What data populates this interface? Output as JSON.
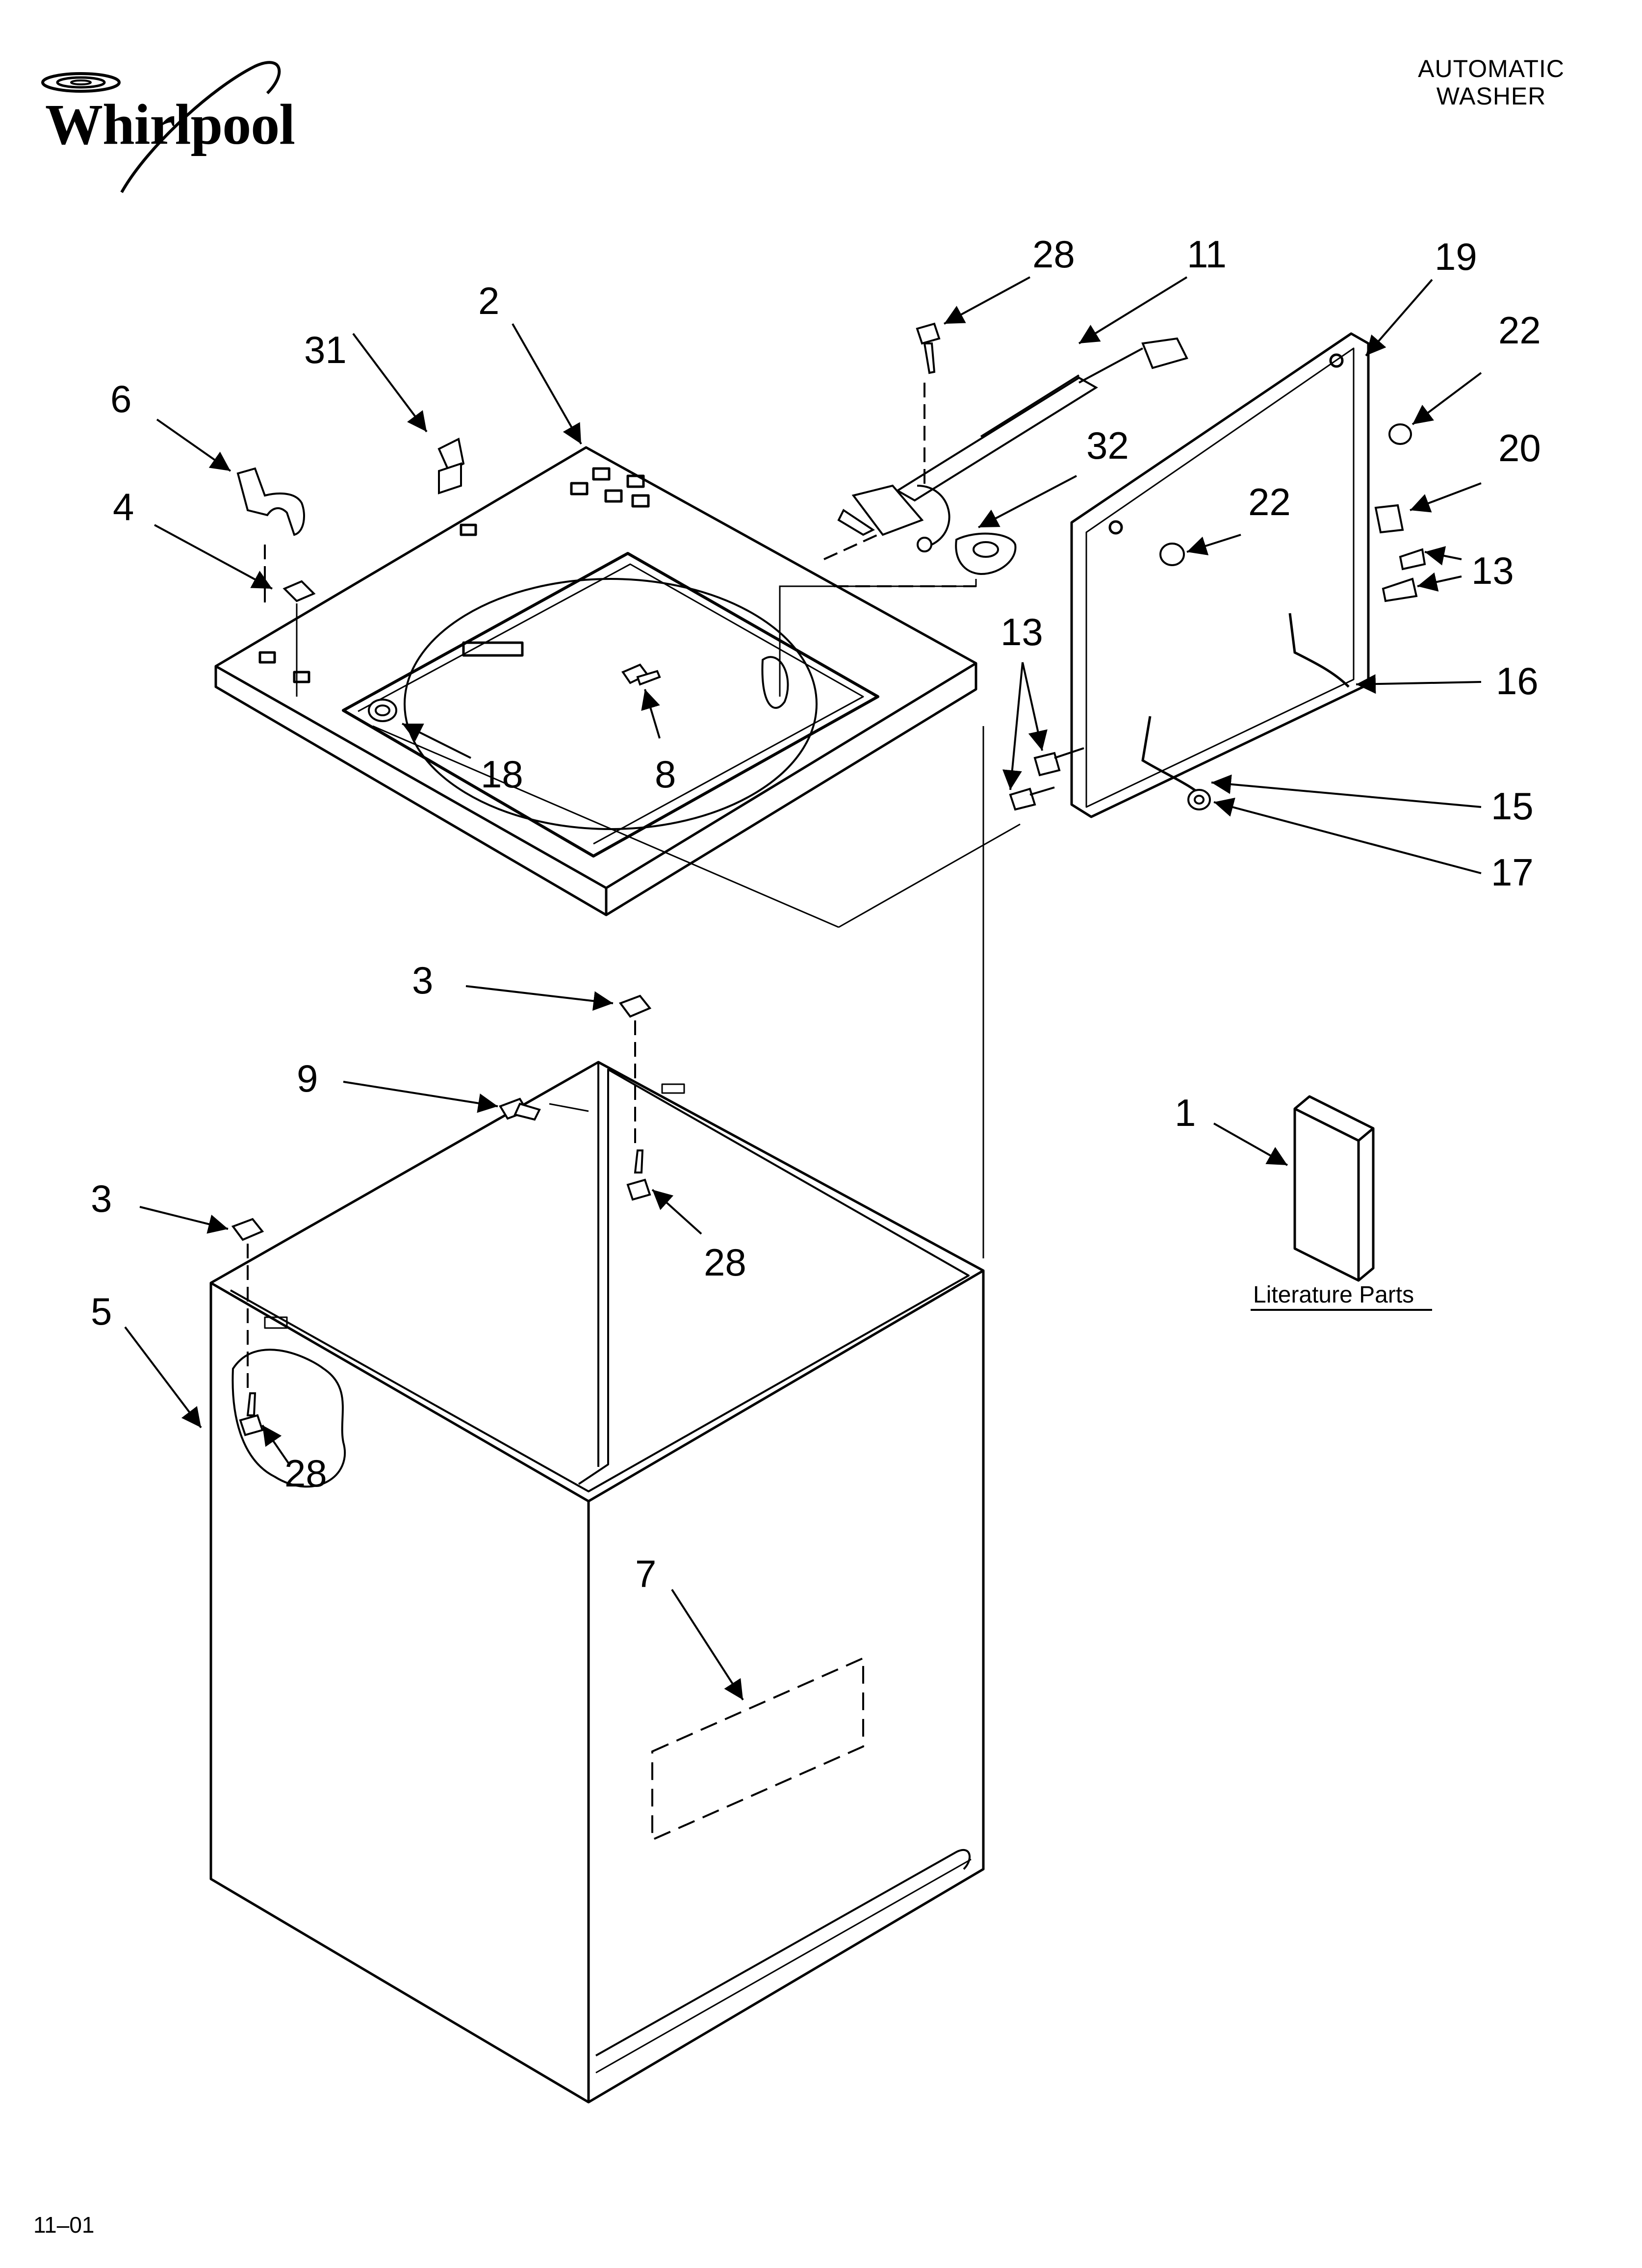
{
  "header": {
    "brand": "Whirlpool",
    "title_line1": "AUTOMATIC",
    "title_line2": "WASHER"
  },
  "footer": {
    "code": "11–01"
  },
  "diagram": {
    "callouts": {
      "c28a": "28",
      "c11": "11",
      "c19": "19",
      "c2": "2",
      "c31": "31",
      "c22a": "22",
      "c6": "6",
      "c32": "32",
      "c20": "20",
      "c4": "4",
      "c22b": "22",
      "c13a": "13",
      "c13b": "13",
      "c16": "16",
      "c18": "18",
      "c8": "8",
      "c15": "15",
      "c17": "17",
      "c3a": "3",
      "c9": "9",
      "c1": "1",
      "c3b": "3",
      "c28b": "28",
      "c5": "5",
      "c28c": "28",
      "c7": "7"
    },
    "literature_label": "Literature Parts"
  }
}
